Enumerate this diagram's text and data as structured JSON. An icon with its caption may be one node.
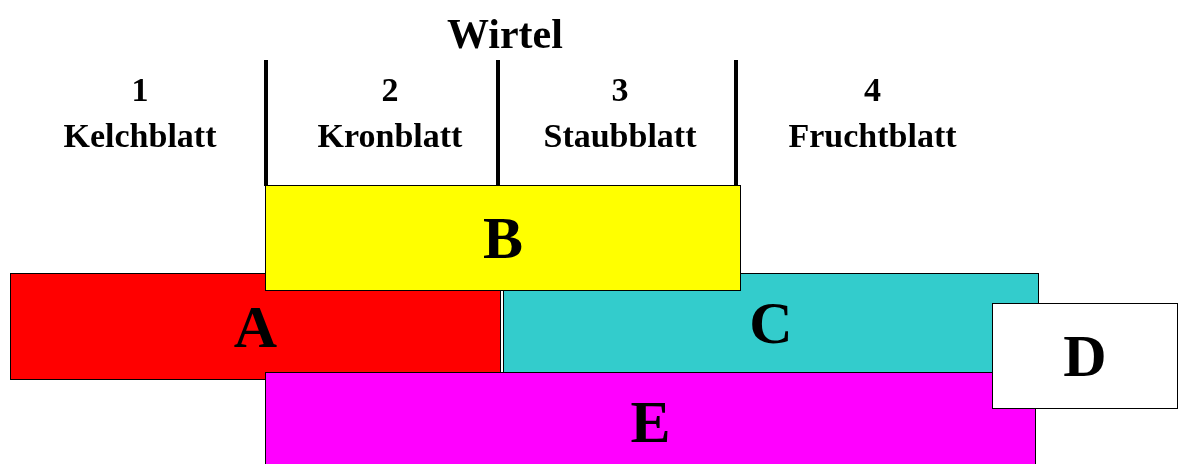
{
  "diagram": {
    "title": "Wirtel",
    "nodes": [
      {
        "text": [
          "B"
        ]
      },
      {
        "text": [
          "A"
        ]
      },
      {
        "text": [
          "C"
        ]
      },
      {
        "text": [
          "D"
        ]
      },
      {
        "text": [
          "E"
        ]
      }
    ],
    "labels": [
      "1",
      "2",
      "3",
      "4",
      "Kelchblatt",
      "Kronblatt",
      "Staubblatt",
      "Fruchtblatt"
    ]
  }
}
